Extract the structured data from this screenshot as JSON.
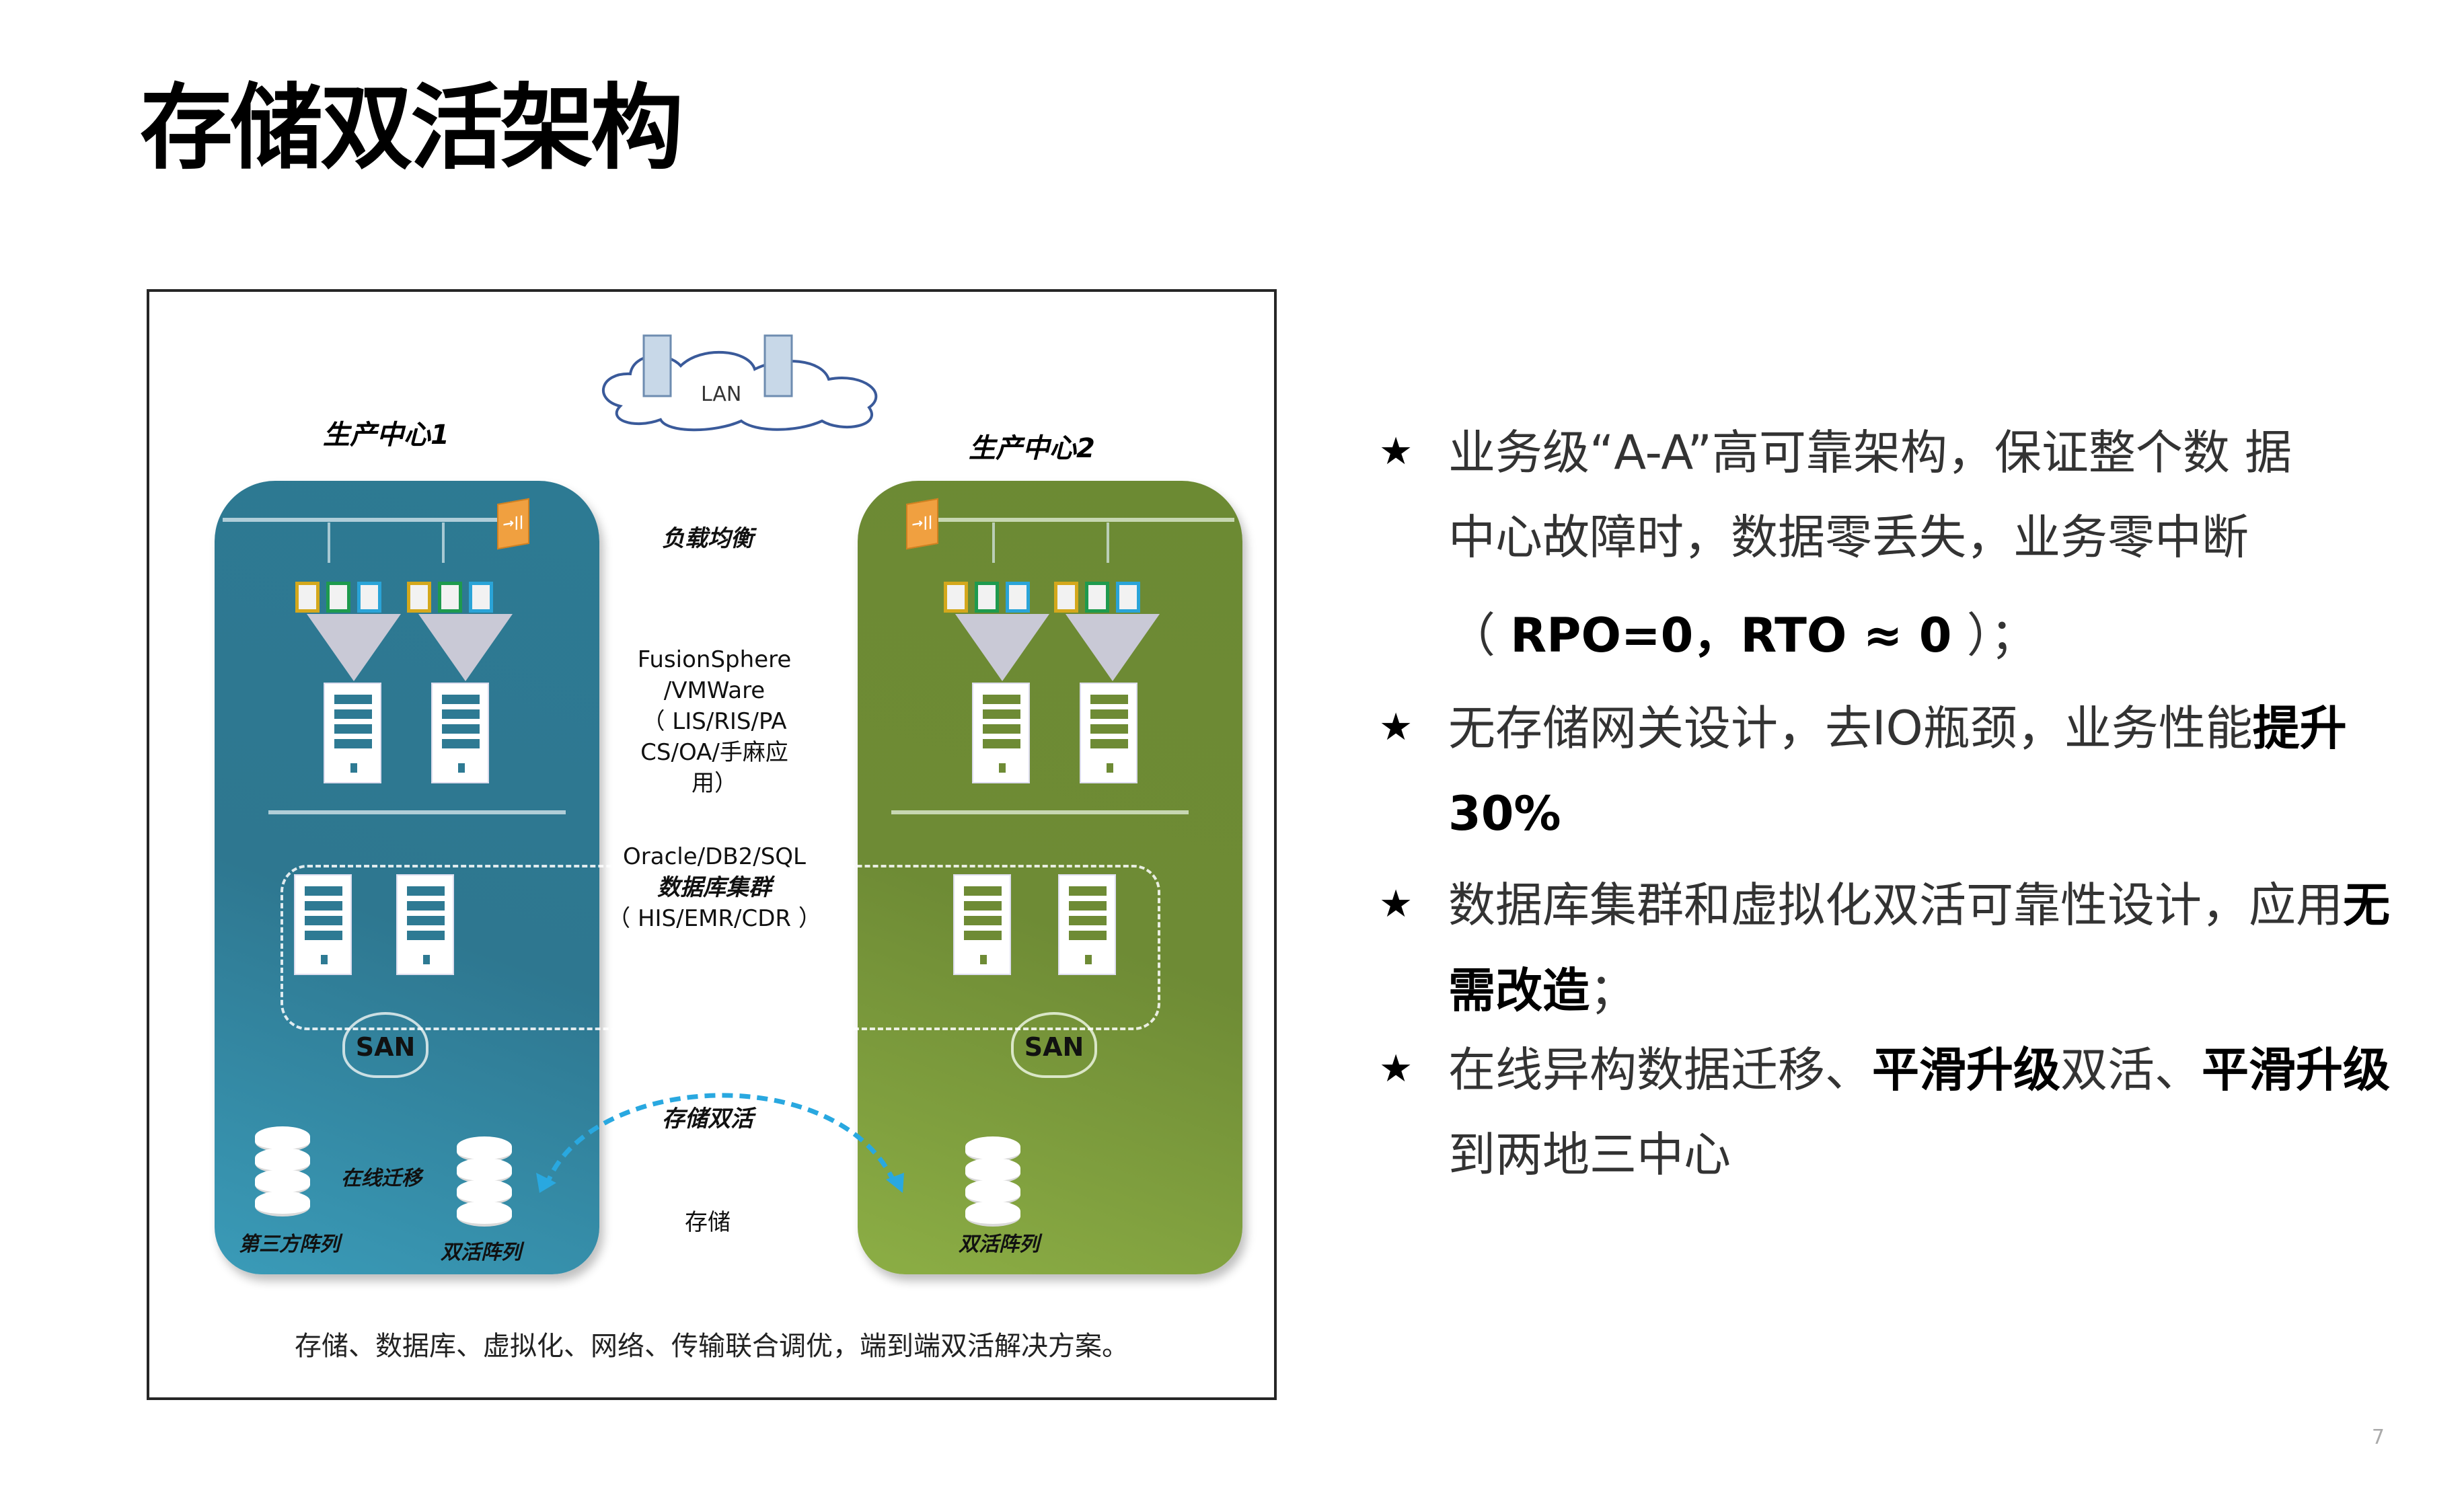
{
  "title": "存储双活架构",
  "diagram": {
    "lan_label": "LAN",
    "site1_label": "生产中心1",
    "site2_label": "生产中心2",
    "load_balance_label": "负载均衡",
    "virtualization_label_lines": [
      "FusionSphere",
      "/VMWare",
      "（ LIS/RIS/PA",
      "CS/OA/手麻应",
      "用）"
    ],
    "database_label_lines": [
      "Oracle/DB2/SQL",
      "数据库集群",
      "（ HIS/EMR/CDR ）"
    ],
    "san_label": "SAN",
    "storage_active_label": "存储双活",
    "storage_label": "存储",
    "online_migration_label": "在线迁移",
    "third_party_array_label": "第三方阵列",
    "active_array_label": "双活阵列",
    "firewall_glyph": "→||",
    "caption": "存储、数据库、虚拟化、网络、传输联合调优，端到端双活解决方案。",
    "colors": {
      "site1": "#2e7a93",
      "site2": "#6e8b35",
      "arrow": "#29a8e0",
      "firewall": "#f0a040",
      "app_yellow": "#d4a81c",
      "app_green": "#1e9a4e",
      "app_blue": "#2aa4d8"
    }
  },
  "bullets": [
    {
      "icon": "star-icon",
      "lines": [
        [
          {
            "t": "业务级“A-A”高可靠架构，保证整个数 据"
          }
        ],
        [
          {
            "t": "中心故障时，数据零丢失，业务零中断"
          }
        ],
        [
          {
            "t": "（ "
          },
          {
            "t": "RPO=0，RTO ≈ 0",
            "b": true
          },
          {
            "t": " ）；"
          }
        ]
      ]
    },
    {
      "icon": "star-icon",
      "lines": [
        [
          {
            "t": "无存储网关设计，去IO瓶颈，业务性能"
          },
          {
            "t": "提升",
            "b": true
          }
        ],
        [
          {
            "t": "30%",
            "b": true
          }
        ]
      ]
    },
    {
      "icon": "star-icon",
      "lines": [
        [
          {
            "t": "数据库集群和虚拟化双活可靠性设计，应用"
          },
          {
            "t": "无",
            "b": true
          }
        ],
        [
          {
            "t": "需改造",
            "b": true
          },
          {
            "t": "；"
          }
        ]
      ]
    },
    {
      "icon": "star-icon",
      "lines": [
        [
          {
            "t": "在线异构数据迁移、"
          },
          {
            "t": "平滑升级",
            "b": true
          },
          {
            "t": "双活、"
          },
          {
            "t": "平滑升级",
            "b": true
          }
        ],
        [
          {
            "t": "到两地三中心"
          }
        ]
      ]
    }
  ],
  "page_number": "7"
}
